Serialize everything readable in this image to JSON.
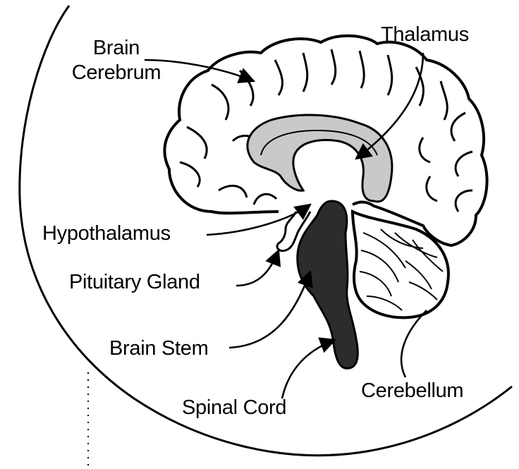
{
  "labels": {
    "brain": "Brain",
    "cerebrum": "Cerebrum",
    "thalamus": "Thalamus",
    "hypothalamus": "Hypothalamus",
    "pituitary": "Pituitary Gland",
    "brainstem": "Brain Stem",
    "cerebellum": "Cerebellum",
    "spinalcord": "Spinal Cord"
  },
  "colors": {
    "line": "#000000",
    "thalamus_fill": "#c9c9c9",
    "stem_fill": "#2c2c2c"
  }
}
